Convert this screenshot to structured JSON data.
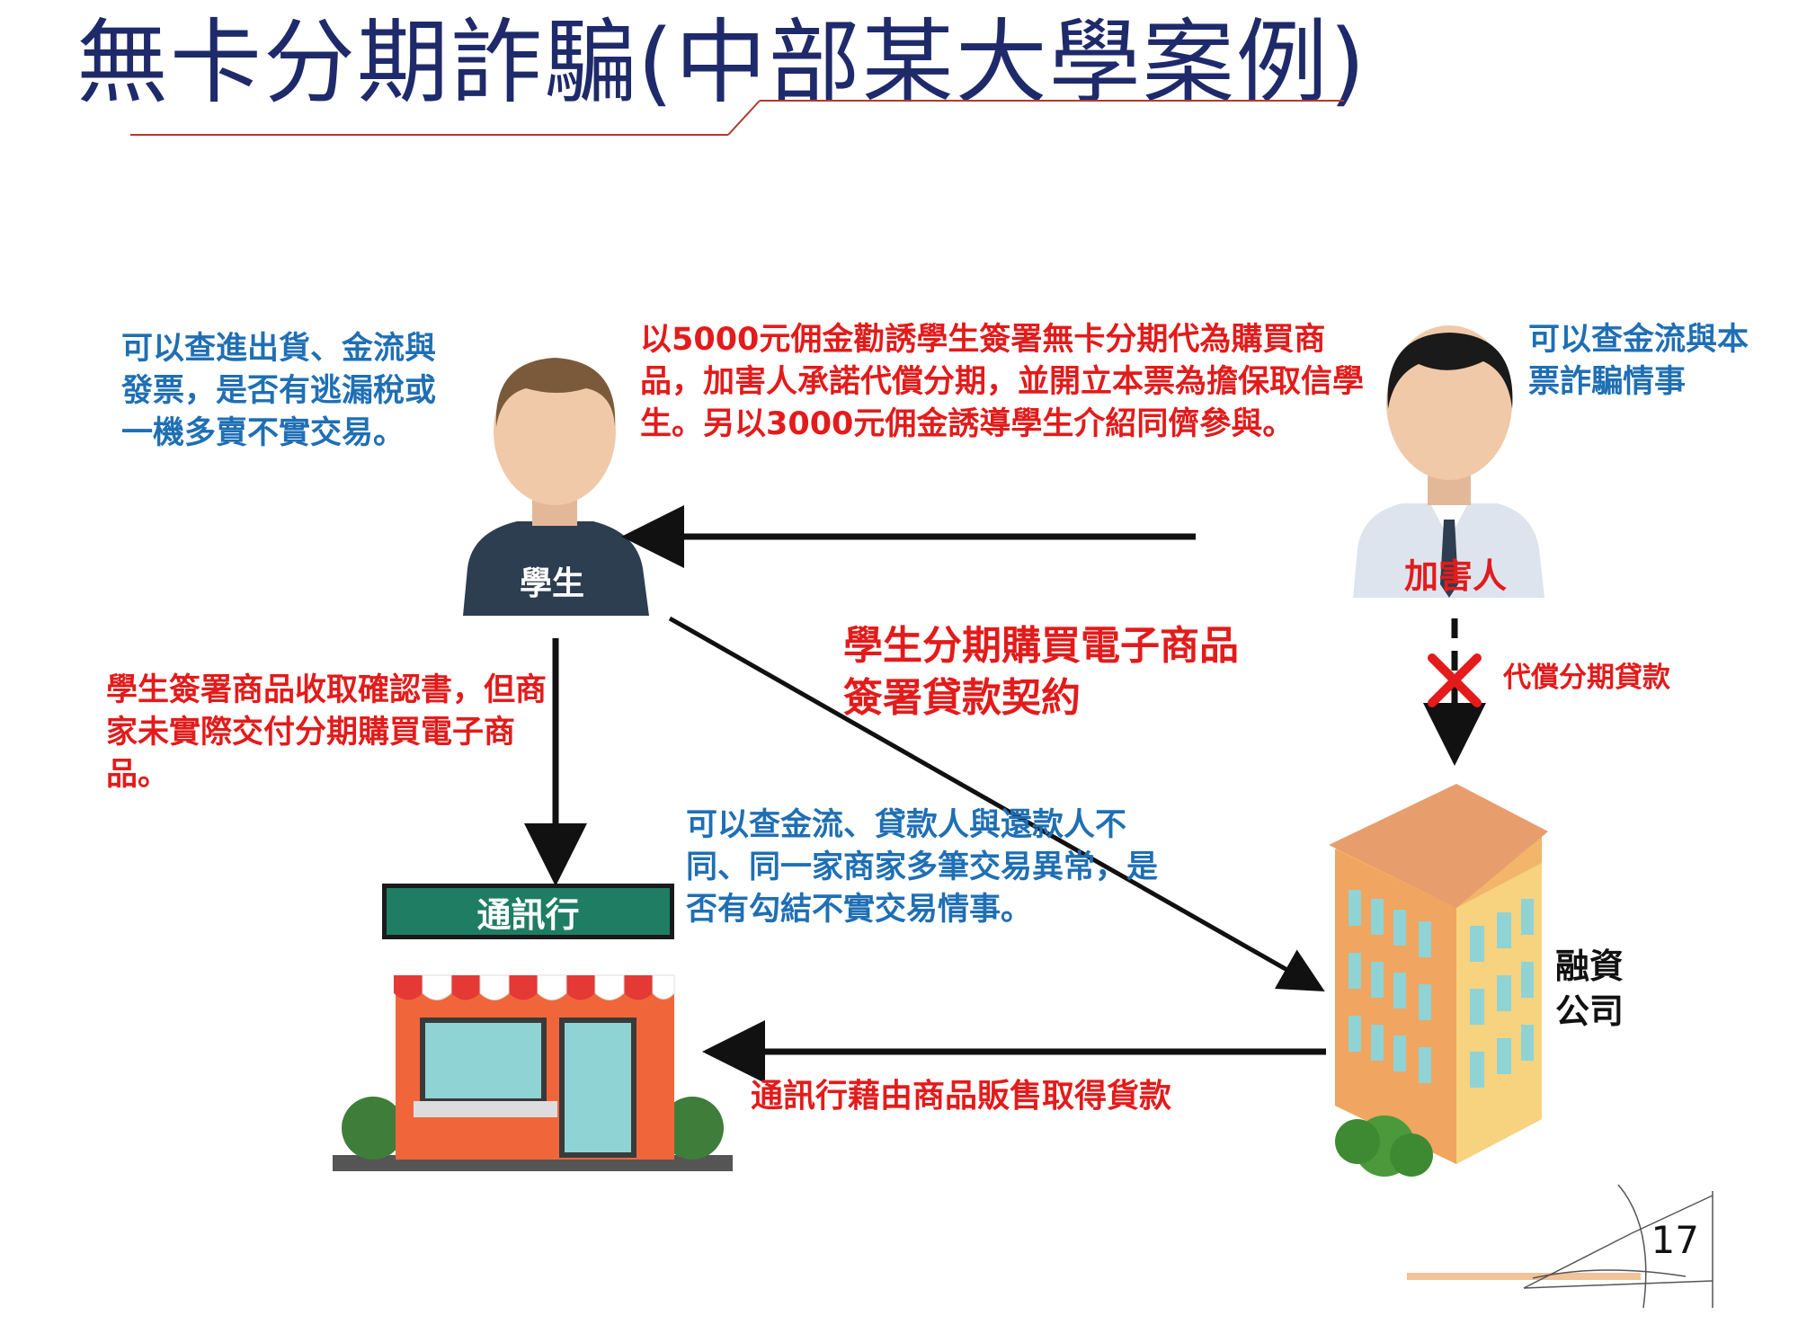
{
  "title": "無卡分期詐騙(中部某大學案例)",
  "actors": {
    "student": "學生",
    "perpetrator": "加害人",
    "shop": "通訊行",
    "finance_line1": "融資",
    "finance_line2": "公司"
  },
  "notes": {
    "student_check": "可以查進出貨、金流與發票，是否有逃漏稅或一機多賣不實交易。",
    "perpetrator_check": "可以查金流與本票詐騙情事",
    "lure": "以5000元佣金勸誘學生簽署無卡分期代為購買商品，加害人承諾代償分期，並開立本票為擔保取信學生。另以3000元佣金誘導學生介紹同儕參與。",
    "confirm": "學生簽署商品收取確認書，但商家未實際交付分期購買電子商品。",
    "contract": "學生分期購買電子商品簽署貸款契約",
    "repay": "代償分期貸款",
    "finance_check": "可以查金流、貸款人與還款人不同、同一家商家多筆交易異常，是否有勾結不實交易情事。",
    "goods_payment": "通訊行藉由商品販售取得貨款"
  },
  "page_number": "17",
  "colors": {
    "title": "#1f2a6b",
    "note_blue": "#1f6fb4",
    "note_red": "#e31b1b",
    "arrow": "#111111",
    "cross": "#e31b1b"
  }
}
